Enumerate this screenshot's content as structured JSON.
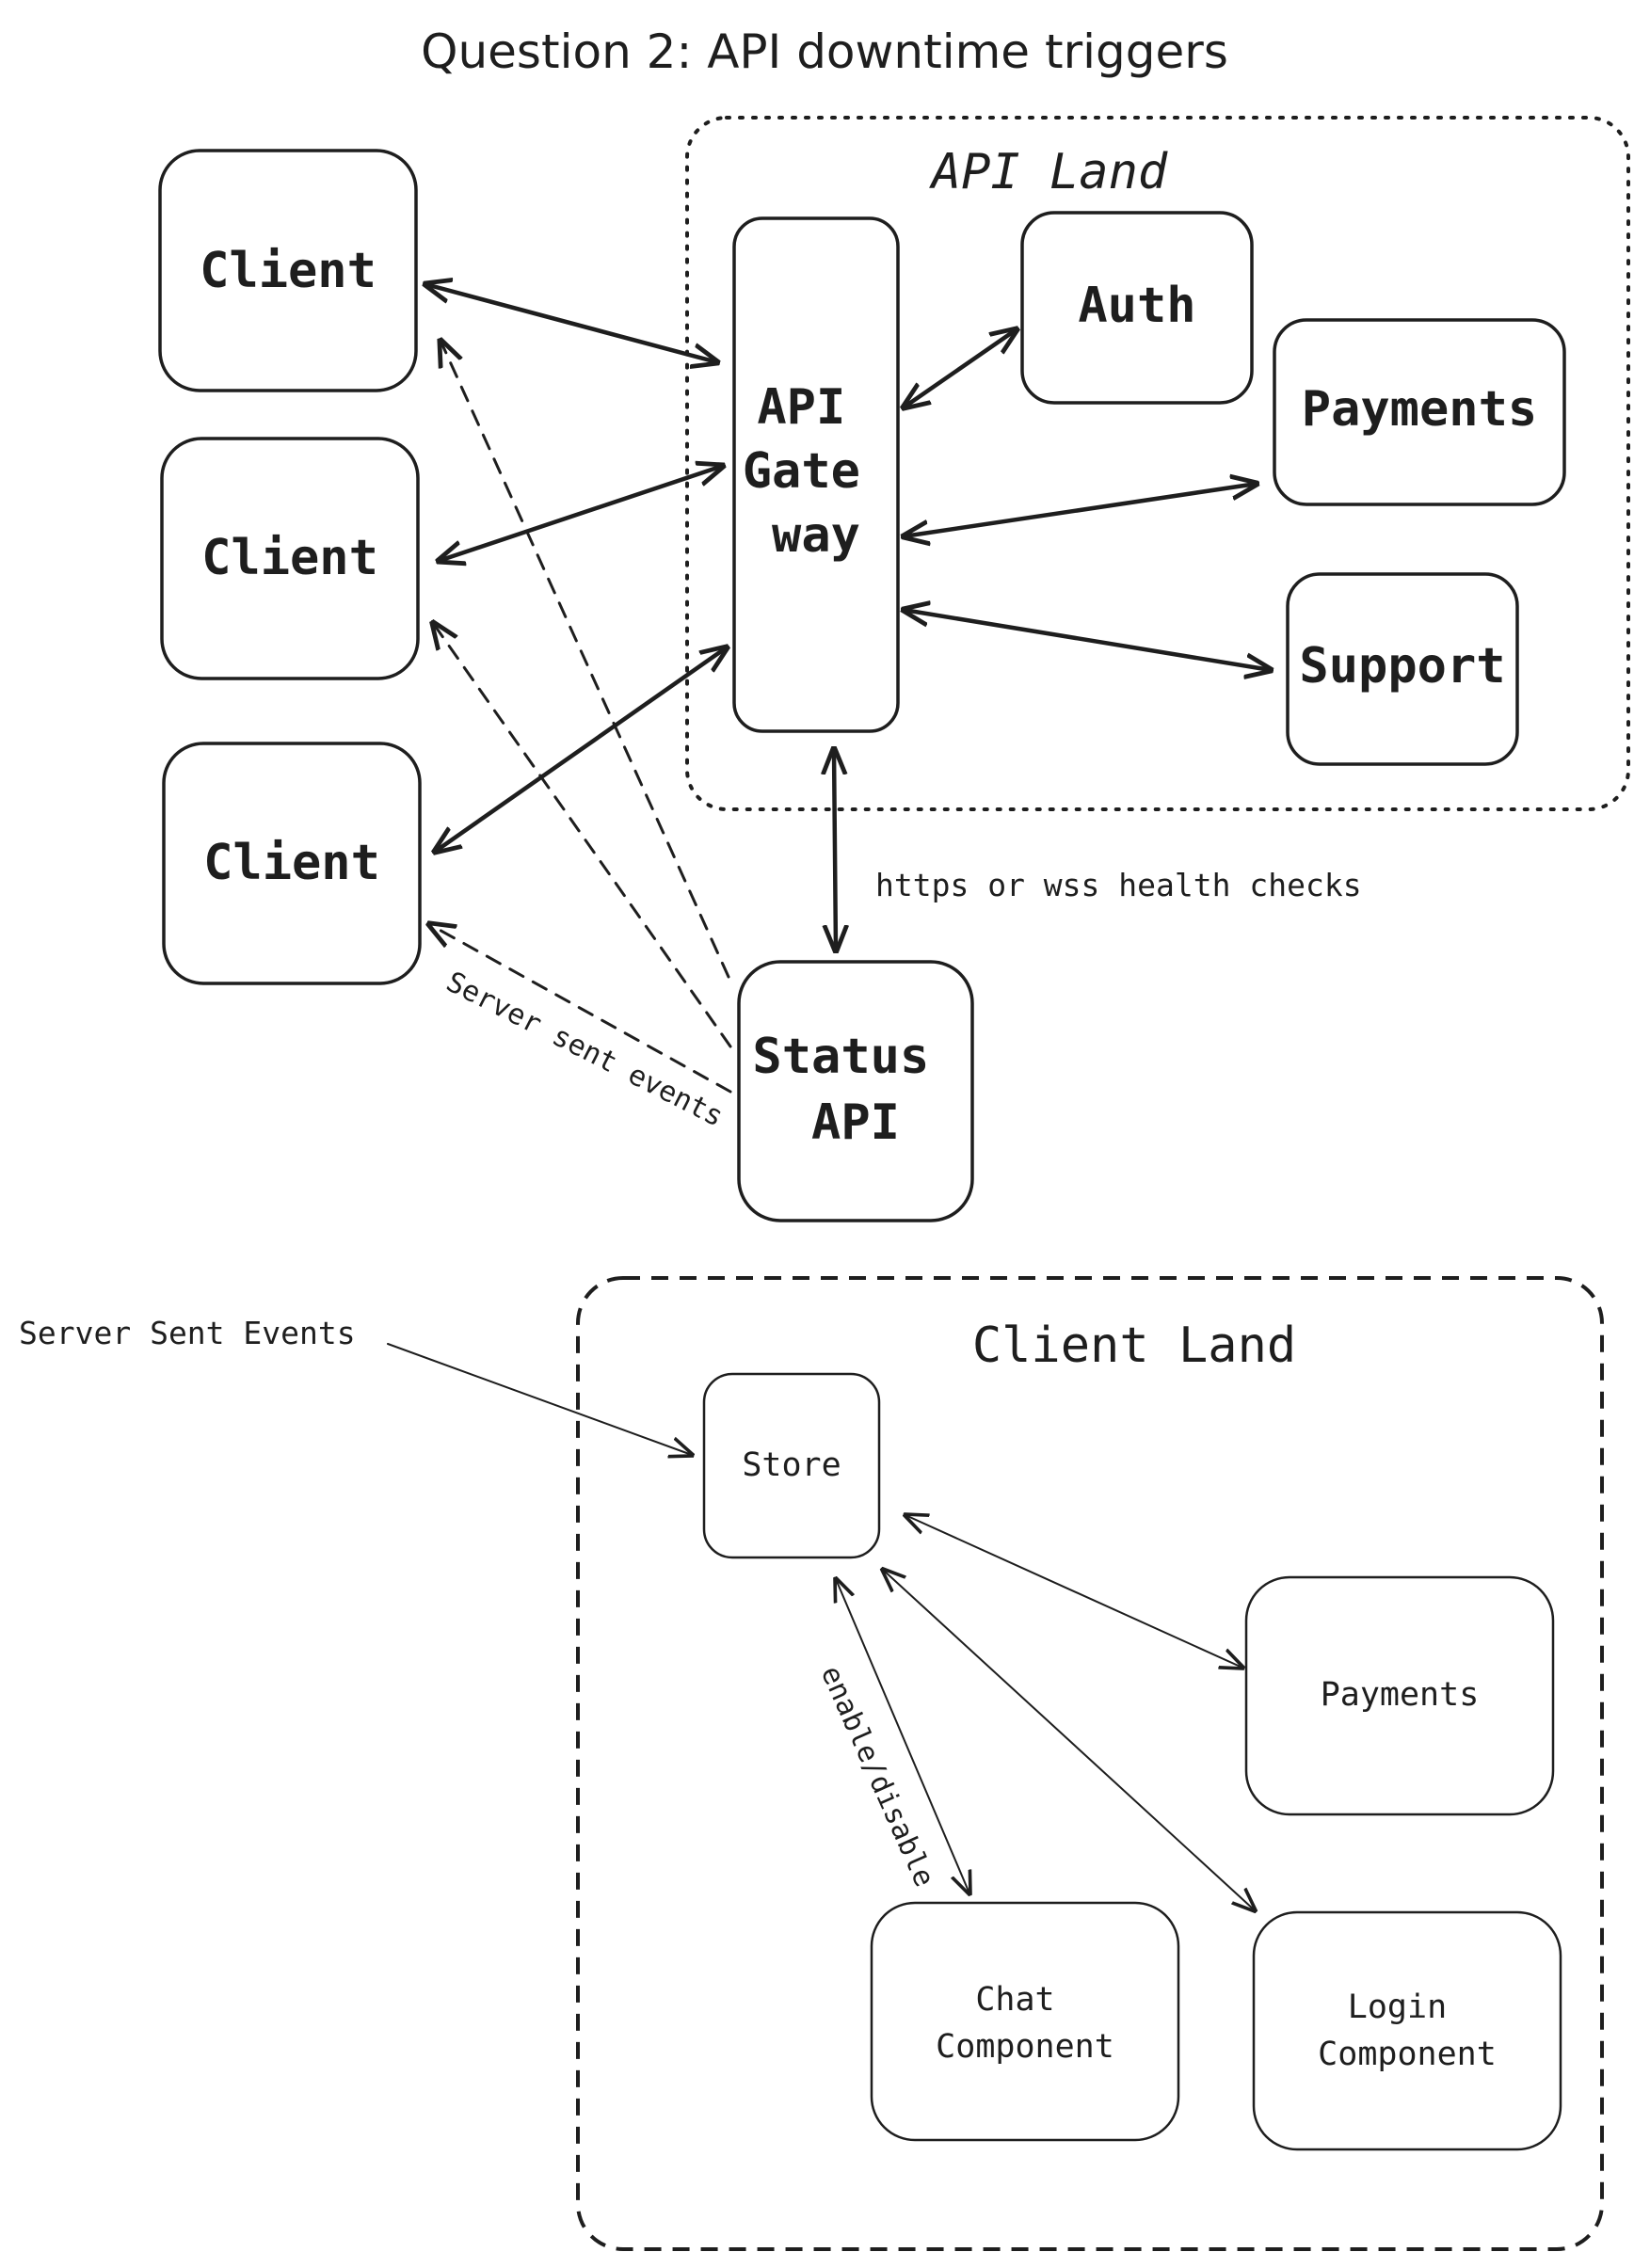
{
  "title": "Question 2: API downtime triggers",
  "regions": {
    "api_land": "API Land",
    "client_land": "Client Land"
  },
  "nodes": {
    "client_1": "Client",
    "client_2": "Client",
    "client_3": "Client",
    "gateway": [
      "API",
      "Gate",
      "way"
    ],
    "auth": "Auth",
    "payments": "Payments",
    "support": "Support",
    "status_api": [
      "Status",
      "API"
    ],
    "store": "Store",
    "payments_component": "Payments",
    "chat_component": [
      "Chat",
      "Component"
    ],
    "login_component": [
      "Login",
      "Component"
    ]
  },
  "edge_labels": {
    "health_checks": "https or wss health checks",
    "server_sent_events": "Server sent events",
    "sse_input": "Server Sent Events",
    "enable_disable": "enable/disable"
  }
}
